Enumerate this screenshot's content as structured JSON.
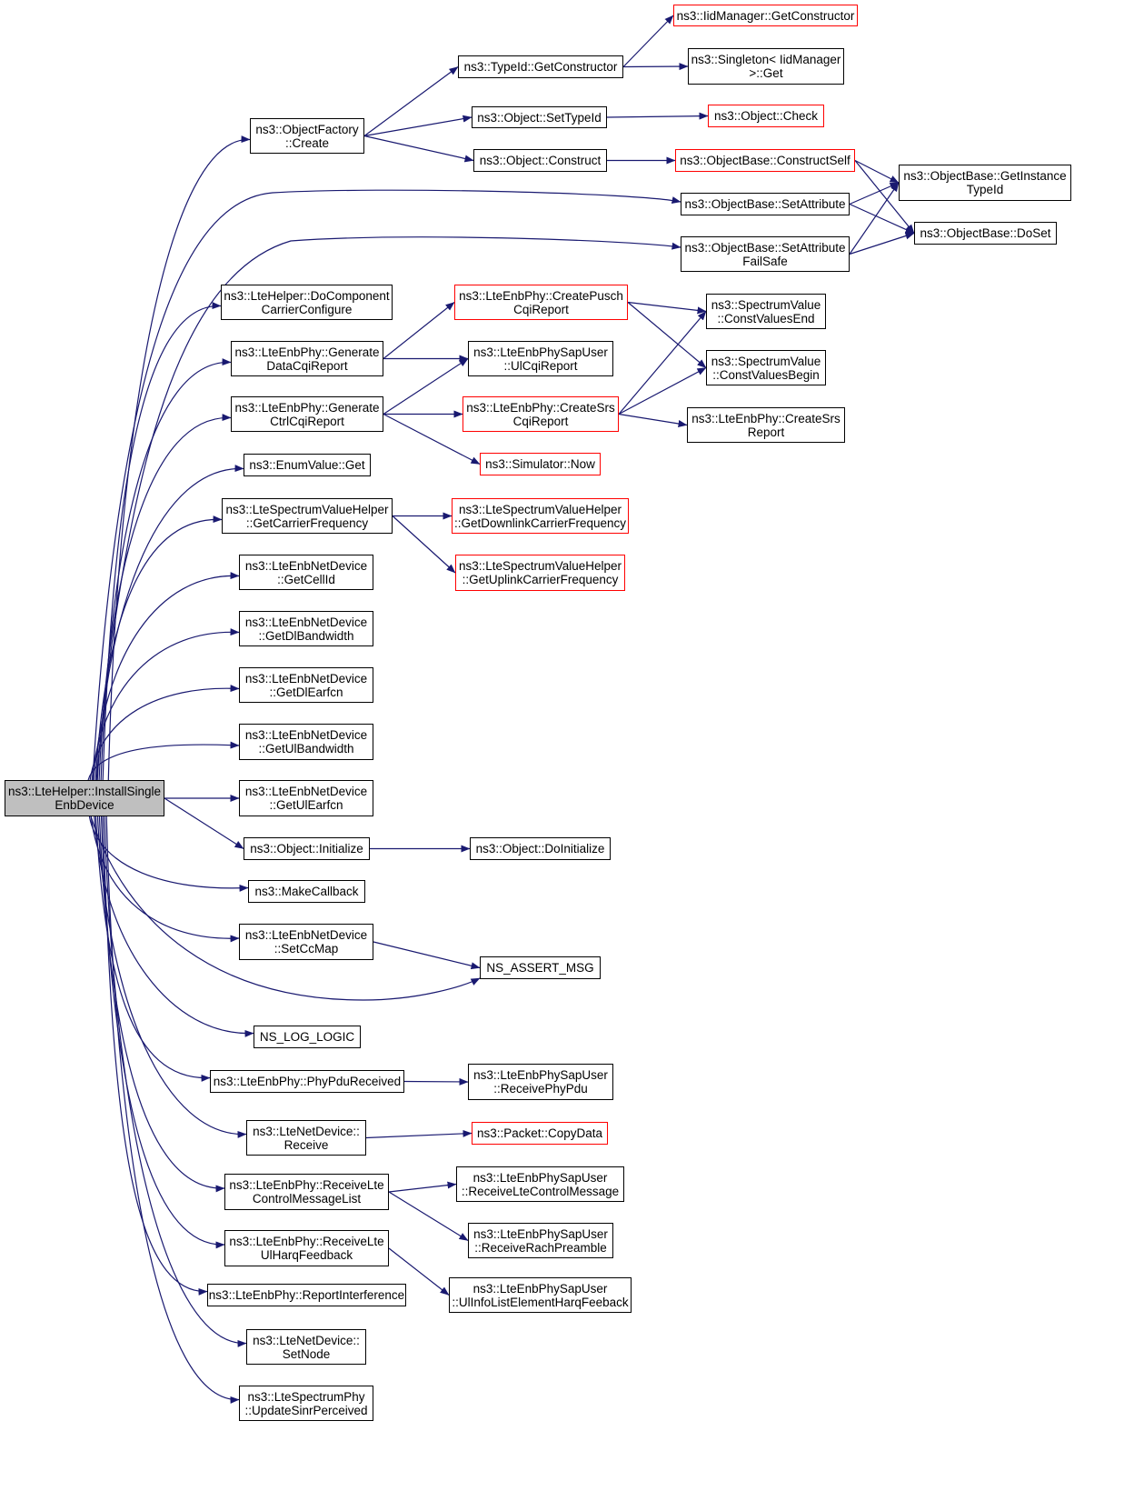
{
  "colors": {
    "edge": "#191970",
    "box_border": "#000000",
    "truncated_box_border": "#ff0000",
    "root_fill": "#bfbfbf"
  },
  "nodes": [
    {
      "id": "root",
      "lines": [
        "ns3::LteHelper::InstallSingle",
        "EnbDevice"
      ],
      "style": "root"
    },
    {
      "id": "objfactory-create",
      "lines": [
        "ns3::ObjectFactory",
        "::Create"
      ],
      "style": "normal"
    },
    {
      "id": "typeid-getconstructor",
      "lines": [
        "ns3::TypeId::GetConstructor"
      ],
      "style": "normal"
    },
    {
      "id": "iidmanager-getconstructor",
      "lines": [
        "ns3::IidManager::GetConstructor"
      ],
      "style": "red"
    },
    {
      "id": "singleton-get",
      "lines": [
        "ns3::Singleton< IidManager",
        ">::Get"
      ],
      "style": "normal"
    },
    {
      "id": "object-settypeid",
      "lines": [
        "ns3::Object::SetTypeId"
      ],
      "style": "normal"
    },
    {
      "id": "object-check",
      "lines": [
        "ns3::Object::Check"
      ],
      "style": "red"
    },
    {
      "id": "object-construct",
      "lines": [
        "ns3::Object::Construct"
      ],
      "style": "normal"
    },
    {
      "id": "objectbase-constructself",
      "lines": [
        "ns3::ObjectBase::ConstructSelf"
      ],
      "style": "red"
    },
    {
      "id": "objectbase-getinstancetypeid",
      "lines": [
        "ns3::ObjectBase::GetInstance",
        "TypeId"
      ],
      "style": "normal"
    },
    {
      "id": "objectbase-setattribute",
      "lines": [
        "ns3::ObjectBase::SetAttribute"
      ],
      "style": "normal"
    },
    {
      "id": "objectbase-doset",
      "lines": [
        "ns3::ObjectBase::DoSet"
      ],
      "style": "normal"
    },
    {
      "id": "objectbase-setattributefailsafe",
      "lines": [
        "ns3::ObjectBase::SetAttribute",
        "FailSafe"
      ],
      "style": "normal"
    },
    {
      "id": "ltehelper-docomponentcarrierconfigure",
      "lines": [
        "ns3::LteHelper::DoComponent",
        "CarrierConfigure"
      ],
      "style": "normal"
    },
    {
      "id": "lteenbphy-createpuschcqireport",
      "lines": [
        "ns3::LteEnbPhy::CreatePusch",
        "CqiReport"
      ],
      "style": "red"
    },
    {
      "id": "spectrumvalue-constvaluesend",
      "lines": [
        "ns3::SpectrumValue",
        "::ConstValuesEnd"
      ],
      "style": "normal"
    },
    {
      "id": "lteenbphy-generatedatacqireport",
      "lines": [
        "ns3::LteEnbPhy::Generate",
        "DataCqiReport"
      ],
      "style": "normal"
    },
    {
      "id": "lteenbphysapuser-ulcqireport",
      "lines": [
        "ns3::LteEnbPhySapUser",
        "::UlCqiReport"
      ],
      "style": "normal"
    },
    {
      "id": "spectrumvalue-constvaluesbegin",
      "lines": [
        "ns3::SpectrumValue",
        "::ConstValuesBegin"
      ],
      "style": "normal"
    },
    {
      "id": "lteenbphy-generatectrlcqireport",
      "lines": [
        "ns3::LteEnbPhy::Generate",
        "CtrlCqiReport"
      ],
      "style": "normal"
    },
    {
      "id": "lteenbphy-createsrscqireport",
      "lines": [
        "ns3::LteEnbPhy::CreateSrs",
        "CqiReport"
      ],
      "style": "red"
    },
    {
      "id": "lteenbphy-createsrsreport",
      "lines": [
        "ns3::LteEnbPhy::CreateSrs",
        "Report"
      ],
      "style": "normal"
    },
    {
      "id": "enumvalue-get",
      "lines": [
        "ns3::EnumValue::Get"
      ],
      "style": "normal"
    },
    {
      "id": "simulator-now",
      "lines": [
        "ns3::Simulator::Now"
      ],
      "style": "red"
    },
    {
      "id": "ltespectrumvaluehelper-getcarrierfrequency",
      "lines": [
        "ns3::LteSpectrumValueHelper",
        "::GetCarrierFrequency"
      ],
      "style": "normal"
    },
    {
      "id": "ltespectrumvaluehelper-getdownlinkcarrierfrequency",
      "lines": [
        "ns3::LteSpectrumValueHelper",
        "::GetDownlinkCarrierFrequency"
      ],
      "style": "red"
    },
    {
      "id": "ltespectrumvaluehelper-getuplinkcarrierfrequency",
      "lines": [
        "ns3::LteSpectrumValueHelper",
        "::GetUplinkCarrierFrequency"
      ],
      "style": "red"
    },
    {
      "id": "lteenbnetdevice-getcellid",
      "lines": [
        "ns3::LteEnbNetDevice",
        "::GetCellId"
      ],
      "style": "normal"
    },
    {
      "id": "lteenbnetdevice-getdlbandwidth",
      "lines": [
        "ns3::LteEnbNetDevice",
        "::GetDlBandwidth"
      ],
      "style": "normal"
    },
    {
      "id": "lteenbnetdevice-getdlearfcn",
      "lines": [
        "ns3::LteEnbNetDevice",
        "::GetDlEarfcn"
      ],
      "style": "normal"
    },
    {
      "id": "lteenbnetdevice-getulbandwidth",
      "lines": [
        "ns3::LteEnbNetDevice",
        "::GetUlBandwidth"
      ],
      "style": "normal"
    },
    {
      "id": "lteenbnetdevice-getulearfcn",
      "lines": [
        "ns3::LteEnbNetDevice",
        "::GetUlEarfcn"
      ],
      "style": "normal"
    },
    {
      "id": "object-initialize",
      "lines": [
        "ns3::Object::Initialize"
      ],
      "style": "normal"
    },
    {
      "id": "object-doinitialize",
      "lines": [
        "ns3::Object::DoInitialize"
      ],
      "style": "normal"
    },
    {
      "id": "makecallback",
      "lines": [
        "ns3::MakeCallback"
      ],
      "style": "normal"
    },
    {
      "id": "lteenbnetdevice-setccmap",
      "lines": [
        "ns3::LteEnbNetDevice",
        "::SetCcMap"
      ],
      "style": "normal"
    },
    {
      "id": "ns-assert-msg",
      "lines": [
        "NS_ASSERT_MSG"
      ],
      "style": "normal"
    },
    {
      "id": "ns-log-logic",
      "lines": [
        "NS_LOG_LOGIC"
      ],
      "style": "normal"
    },
    {
      "id": "lteenbphy-phypdureceived",
      "lines": [
        "ns3::LteEnbPhy::PhyPduReceived"
      ],
      "style": "normal"
    },
    {
      "id": "lteenbphysapuser-receivephypdu",
      "lines": [
        "ns3::LteEnbPhySapUser",
        "::ReceivePhyPdu"
      ],
      "style": "normal"
    },
    {
      "id": "ltenetdevice-receive",
      "lines": [
        "ns3::LteNetDevice::",
        "Receive"
      ],
      "style": "normal"
    },
    {
      "id": "packet-copydata",
      "lines": [
        "ns3::Packet::CopyData"
      ],
      "style": "red"
    },
    {
      "id": "lteenbphy-receivelltecontrolmessagelist",
      "lines": [
        "ns3::LteEnbPhy::ReceiveLte",
        "ControlMessageList"
      ],
      "style": "normal"
    },
    {
      "id": "lteenbphysapuser-receivelltecontrolmessage",
      "lines": [
        "ns3::LteEnbPhySapUser",
        "::ReceiveLteControlMessage"
      ],
      "style": "normal"
    },
    {
      "id": "lteenbphysapuser-receiverachpreamble",
      "lines": [
        "ns3::LteEnbPhySapUser",
        "::ReceiveRachPreamble"
      ],
      "style": "normal"
    },
    {
      "id": "lteenbphy-receiveulharqfeedback",
      "lines": [
        "ns3::LteEnbPhy::ReceiveLte",
        "UlHarqFeedback"
      ],
      "style": "normal"
    },
    {
      "id": "lteenbphysapuser-ulinfolistelementharqfeeback",
      "lines": [
        "ns3::LteEnbPhySapUser",
        "::UlInfoListElementHarqFeeback"
      ],
      "style": "normal"
    },
    {
      "id": "lteenbphy-reportinterference",
      "lines": [
        "ns3::LteEnbPhy::ReportInterference"
      ],
      "style": "normal"
    },
    {
      "id": "ltenetdevice-setnode",
      "lines": [
        "ns3::LteNetDevice::",
        "SetNode"
      ],
      "style": "normal"
    },
    {
      "id": "ltespectrumphy-updatesinrperceived",
      "lines": [
        "ns3::LteSpectrumPhy",
        "::UpdateSinrPerceived"
      ],
      "style": "normal"
    }
  ],
  "edges": [
    [
      "root",
      "objfactory-create"
    ],
    [
      "root",
      "objectbase-setattribute"
    ],
    [
      "root",
      "objectbase-setattributefailsafe"
    ],
    [
      "root",
      "ltehelper-docomponentcarrierconfigure"
    ],
    [
      "root",
      "lteenbphy-generatedatacqireport"
    ],
    [
      "root",
      "lteenbphy-generatectrlcqireport"
    ],
    [
      "root",
      "enumvalue-get"
    ],
    [
      "root",
      "ltespectrumvaluehelper-getcarrierfrequency"
    ],
    [
      "root",
      "lteenbnetdevice-getcellid"
    ],
    [
      "root",
      "lteenbnetdevice-getdlbandwidth"
    ],
    [
      "root",
      "lteenbnetdevice-getdlearfcn"
    ],
    [
      "root",
      "lteenbnetdevice-getulbandwidth"
    ],
    [
      "root",
      "lteenbnetdevice-getulearfcn"
    ],
    [
      "root",
      "object-initialize"
    ],
    [
      "root",
      "makecallback"
    ],
    [
      "root",
      "lteenbnetdevice-setccmap"
    ],
    [
      "root",
      "ns-assert-msg"
    ],
    [
      "root",
      "ns-log-logic"
    ],
    [
      "root",
      "lteenbphy-phypdureceived"
    ],
    [
      "root",
      "ltenetdevice-receive"
    ],
    [
      "root",
      "lteenbphy-receivelltecontrolmessagelist"
    ],
    [
      "root",
      "lteenbphy-receiveulharqfeedback"
    ],
    [
      "root",
      "lteenbphy-reportinterference"
    ],
    [
      "root",
      "ltenetdevice-setnode"
    ],
    [
      "root",
      "ltespectrumphy-updatesinrperceived"
    ],
    [
      "objfactory-create",
      "typeid-getconstructor"
    ],
    [
      "objfactory-create",
      "object-settypeid"
    ],
    [
      "objfactory-create",
      "object-construct"
    ],
    [
      "typeid-getconstructor",
      "iidmanager-getconstructor"
    ],
    [
      "typeid-getconstructor",
      "singleton-get"
    ],
    [
      "object-settypeid",
      "object-check"
    ],
    [
      "object-construct",
      "objectbase-constructself"
    ],
    [
      "objectbase-constructself",
      "objectbase-getinstancetypeid"
    ],
    [
      "objectbase-constructself",
      "objectbase-doset"
    ],
    [
      "objectbase-setattribute",
      "objectbase-getinstancetypeid"
    ],
    [
      "objectbase-setattribute",
      "objectbase-doset"
    ],
    [
      "objectbase-setattributefailsafe",
      "objectbase-getinstancetypeid"
    ],
    [
      "objectbase-setattributefailsafe",
      "objectbase-doset"
    ],
    [
      "lteenbphy-generatedatacqireport",
      "lteenbphy-createpuschcqireport"
    ],
    [
      "lteenbphy-generatedatacqireport",
      "lteenbphysapuser-ulcqireport"
    ],
    [
      "lteenbphy-createpuschcqireport",
      "spectrumvalue-constvaluesend"
    ],
    [
      "lteenbphy-createpuschcqireport",
      "spectrumvalue-constvaluesbegin"
    ],
    [
      "lteenbphy-generatectrlcqireport",
      "lteenbphysapuser-ulcqireport"
    ],
    [
      "lteenbphy-generatectrlcqireport",
      "lteenbphy-createsrscqireport"
    ],
    [
      "lteenbphy-generatectrlcqireport",
      "simulator-now"
    ],
    [
      "lteenbphy-createsrscqireport",
      "spectrumvalue-constvaluesend"
    ],
    [
      "lteenbphy-createsrscqireport",
      "spectrumvalue-constvaluesbegin"
    ],
    [
      "lteenbphy-createsrscqireport",
      "lteenbphy-createsrsreport"
    ],
    [
      "ltespectrumvaluehelper-getcarrierfrequency",
      "ltespectrumvaluehelper-getdownlinkcarrierfrequency"
    ],
    [
      "ltespectrumvaluehelper-getcarrierfrequency",
      "ltespectrumvaluehelper-getuplinkcarrierfrequency"
    ],
    [
      "object-initialize",
      "object-doinitialize"
    ],
    [
      "lteenbnetdevice-setccmap",
      "ns-assert-msg"
    ],
    [
      "lteenbphy-phypdureceived",
      "lteenbphysapuser-receivephypdu"
    ],
    [
      "ltenetdevice-receive",
      "packet-copydata"
    ],
    [
      "lteenbphy-receivelltecontrolmessagelist",
      "lteenbphysapuser-receivelltecontrolmessage"
    ],
    [
      "lteenbphy-receivelltecontrolmessagelist",
      "lteenbphysapuser-receiverachpreamble"
    ],
    [
      "lteenbphy-receiveulharqfeedback",
      "lteenbphysapuser-ulinfolistelementharqfeeback"
    ]
  ]
}
